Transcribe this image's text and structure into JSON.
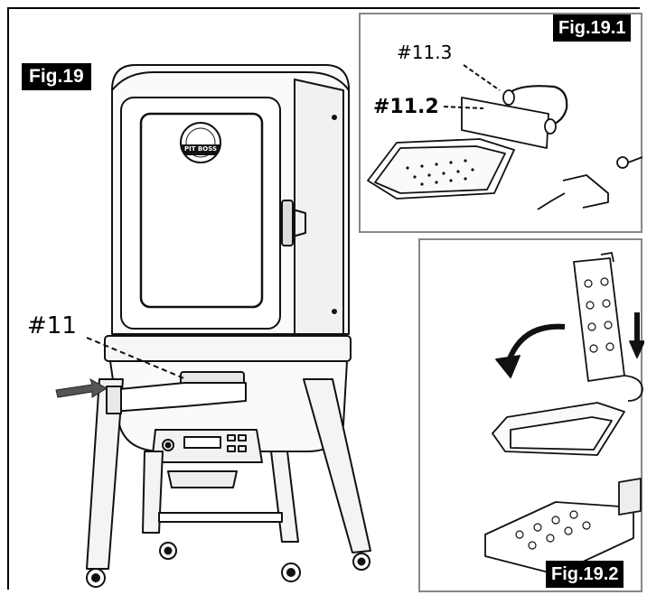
{
  "figures": {
    "main": "Fig.19",
    "inset_top": "Fig.19.1",
    "inset_bottom": "Fig.19.2"
  },
  "callouts": {
    "tray": "#11",
    "handle": "#11.3",
    "bracket": "#11.2"
  },
  "logo": {
    "text": "PIT BOSS"
  }
}
